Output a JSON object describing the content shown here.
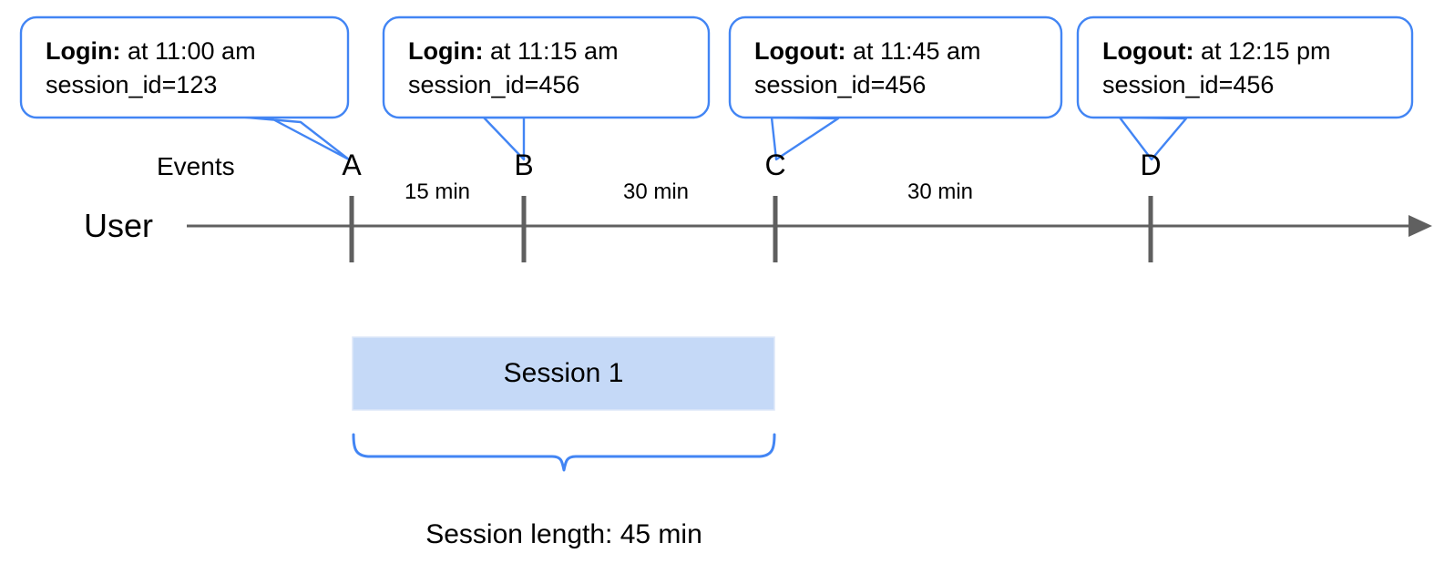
{
  "diagram": {
    "title_caption": "Session length: 45 min",
    "lane_labels": {
      "events": "Events",
      "user": "User"
    },
    "colors": {
      "callout_border": "#4285f4",
      "callout_fill": "#ffffff",
      "axis": "#606060",
      "tick": "#5f5f5f",
      "session_fill": "#c5d9f7",
      "session_border": "#dbe5f7",
      "brace": "#4285f4",
      "text": "#000000"
    },
    "callouts": [
      {
        "id": "callout-a",
        "lead": "Login:",
        "time_text": " at 11:00 am",
        "detail": "session_id=123",
        "points_to": "A"
      },
      {
        "id": "callout-b",
        "lead": "Login:",
        "time_text": " at 11:15 am",
        "detail": "session_id=456",
        "points_to": "B"
      },
      {
        "id": "callout-c",
        "lead": "Logout:",
        "time_text": " at 11:45 am",
        "detail": "session_id=456",
        "points_to": "C"
      },
      {
        "id": "callout-d",
        "lead": "Logout:",
        "time_text": " at 12:15 pm",
        "detail": "session_id=456",
        "points_to": "D"
      }
    ],
    "events": [
      {
        "letter": "A",
        "label": "Login at 11:00 am"
      },
      {
        "letter": "B",
        "label": "Login at 11:15 am"
      },
      {
        "letter": "C",
        "label": "Logout at 11:45 am"
      },
      {
        "letter": "D",
        "label": "Logout at 12:15 pm"
      }
    ],
    "intervals": [
      {
        "from": "A",
        "to": "B",
        "label": "15 min"
      },
      {
        "from": "B",
        "to": "C",
        "label": "30 min"
      },
      {
        "from": "C",
        "to": "D",
        "label": "30 min"
      }
    ],
    "session": {
      "label": "Session 1",
      "spans_from": "A",
      "spans_to": "C",
      "length_label": "Session length: 45 min"
    }
  }
}
